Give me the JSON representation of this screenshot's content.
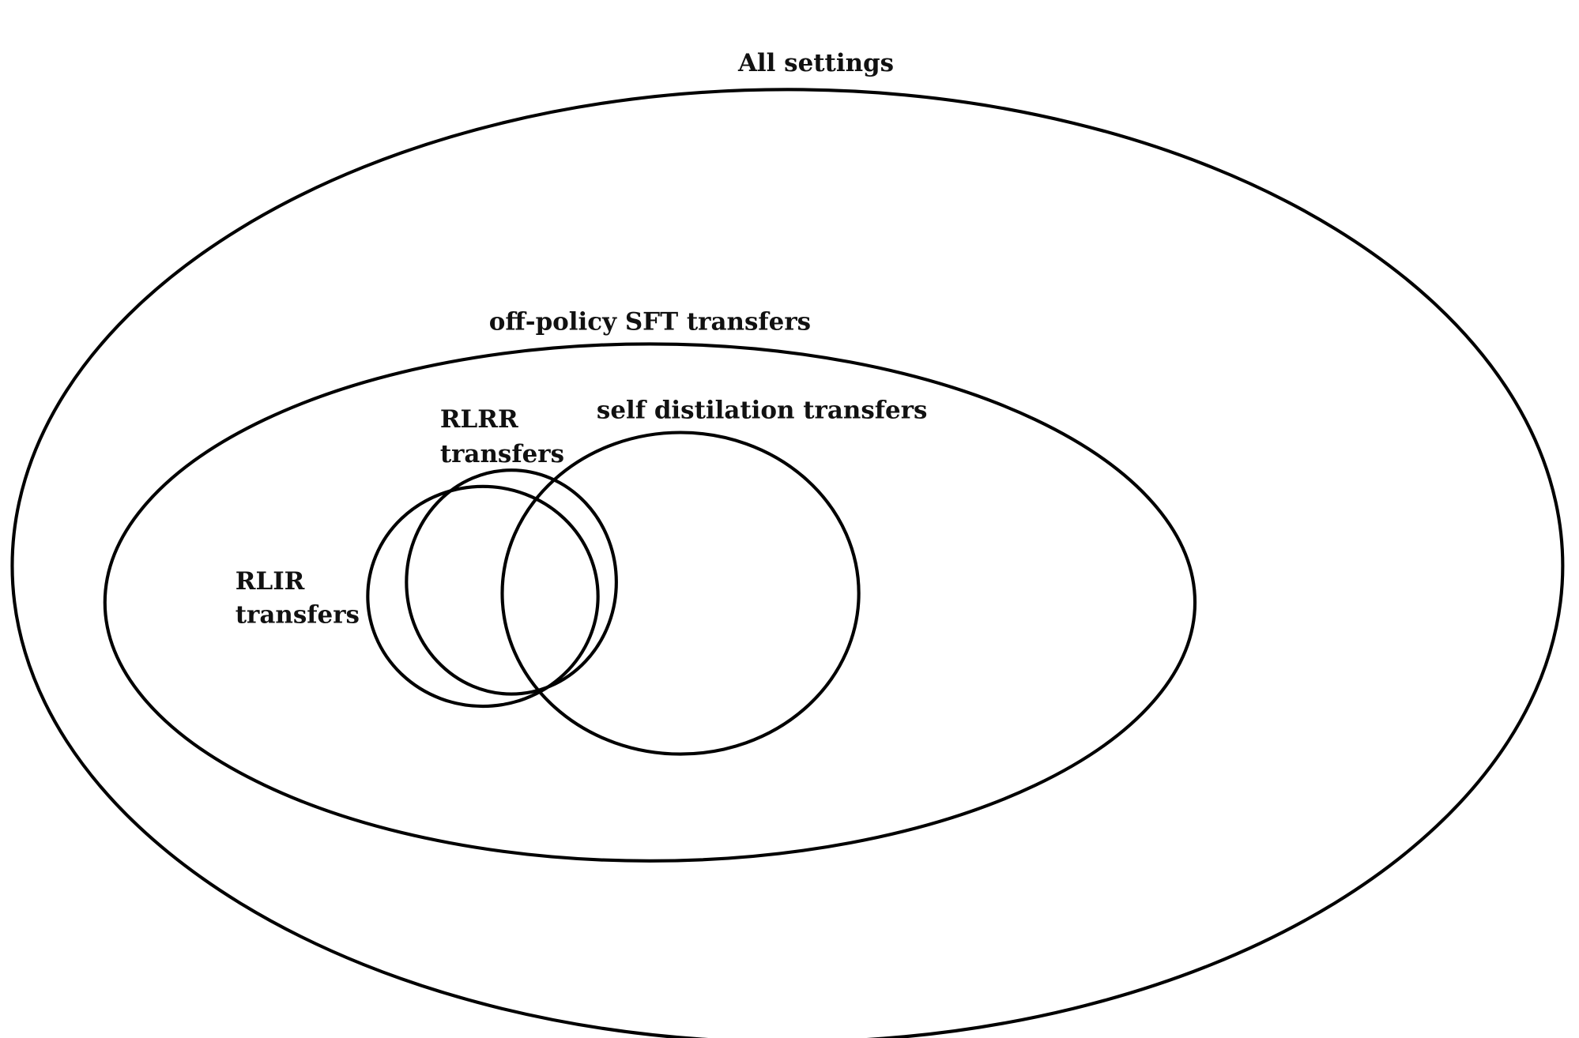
{
  "diagram": {
    "type": "nested-venn",
    "stroke_color": "#000000",
    "sets": {
      "all_settings": "All settings",
      "off_policy_sft": "off-policy SFT transfers",
      "self_distillation": "self distilation transfers",
      "rlrr_line1": "RLRR",
      "rlrr_line2": "transfers",
      "rlir_line1": "RLIR",
      "rlir_line2": "transfers"
    }
  }
}
